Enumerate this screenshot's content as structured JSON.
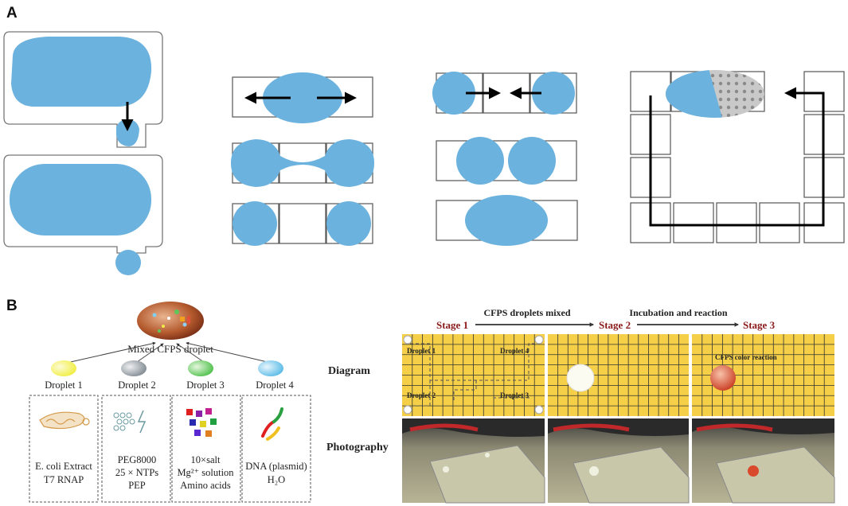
{
  "panel_a": {
    "letter": "A"
  },
  "panel_b": {
    "letter": "B",
    "mixed_droplet_label": "Mixed CFPS droplet",
    "droplets": [
      {
        "name": "Droplet 1",
        "lines": [
          "E. coli Extract",
          "T7 RNAP"
        ],
        "color": "#f1ee3c"
      },
      {
        "name": "Droplet 2",
        "lines": [
          "PEG8000",
          "25 × NTPs",
          "PEP"
        ],
        "color": "#9aa3aa"
      },
      {
        "name": "Droplet 3",
        "lines": [
          "10×salt",
          "Mg²⁺ solution",
          "Amino acids"
        ],
        "color": "#5cc85a"
      },
      {
        "name": "Droplet 4",
        "lines": [
          "DNA (plasmid)",
          "H₂O"
        ],
        "color": "#6ec3ea"
      }
    ],
    "stages": [
      "Stage 1",
      "Stage 2",
      "Stage 3"
    ],
    "transitions": [
      "CFPS droplets mixed",
      "Incubation and reaction"
    ],
    "row_labels": [
      "Diagram",
      "Photography"
    ],
    "stage1_droplet_labels": [
      "Droplet 1",
      "Droplet 4",
      "Droplet 2",
      "Droplet 3"
    ],
    "stage3_label": "CFPS color reaction",
    "colors": {
      "droplet_blue": "#6bb2de",
      "grid_yellow": "#f5cf47",
      "stage_red": "#8b1a1a",
      "reaction_red": "#d94a2c"
    }
  }
}
